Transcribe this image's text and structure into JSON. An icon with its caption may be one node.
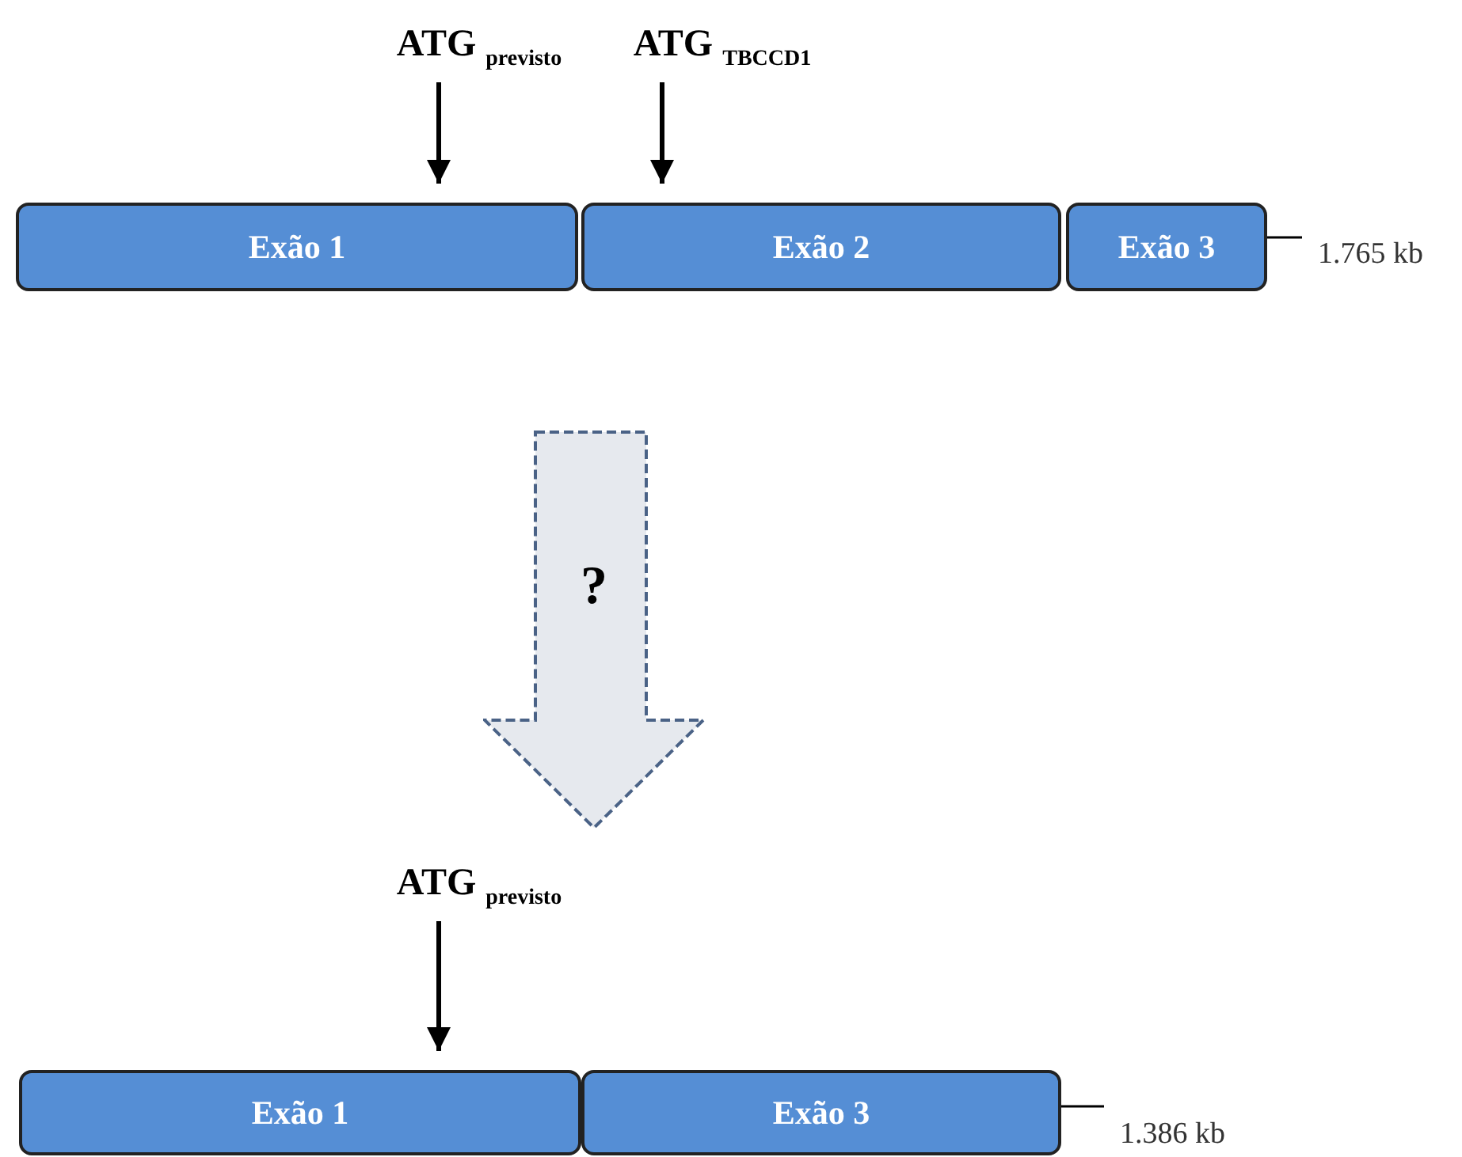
{
  "diagram": {
    "nodes": [
      {
        "text": [
          "ATG $_{previsto}$"
        ]
      },
      {
        "text": [
          "ATG $_{TBCCD1}$"
        ]
      },
      {
        "text": [
          "Exão 1"
        ]
      },
      {
        "text": [
          "Exão 2"
        ]
      },
      {
        "text": [
          "Exão 3"
        ]
      },
      {
        "text": [
          "?"
        ]
      },
      {
        "text": [
          "ATG $_{previsto}$"
        ]
      },
      {
        "text": [
          "Exão 1"
        ]
      },
      {
        "text": [
          "Exão 3"
        ]
      }
    ],
    "edges": [
      {
        "from": 0,
        "to": 2,
        "arrow": "to"
      },
      {
        "from": 1,
        "to": 3,
        "arrow": "to"
      },
      {
        "from": 6,
        "to": 7,
        "arrow": "to"
      }
    ],
    "labels": [
      "1.765 kb",
      "1.386 kb"
    ]
  }
}
